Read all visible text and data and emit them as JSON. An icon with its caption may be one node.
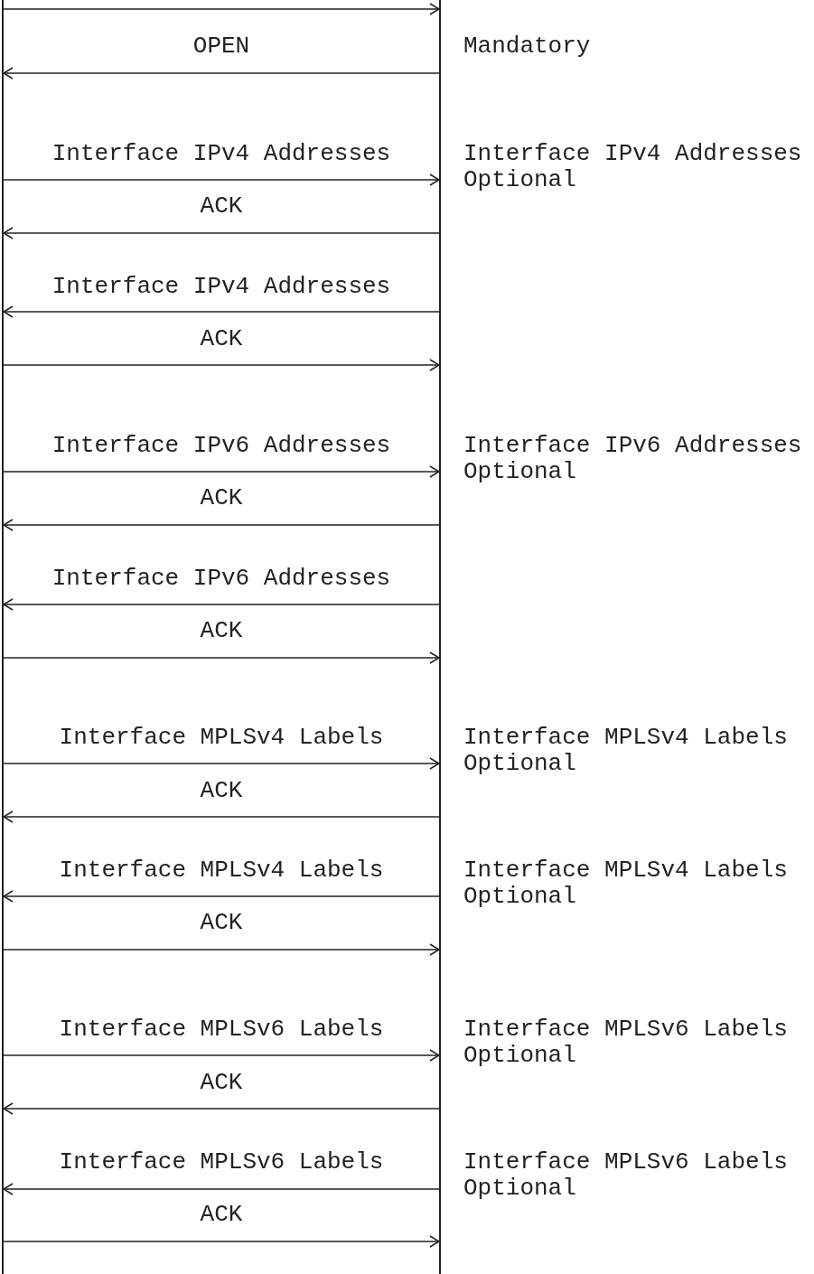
{
  "diagram": {
    "nodes": [
      {
        "text": [],
        "shape": "bar"
      },
      {
        "text": [],
        "shape": "bar"
      }
    ],
    "edges": [
      {
        "from": 0,
        "to": 1,
        "arrow": "to",
        "label": "OPEN"
      },
      {
        "from": 1,
        "to": 0,
        "arrow": "to"
      },
      {
        "from": 0,
        "to": 1,
        "arrow": "to",
        "label": "Interface IPv4 Addresses"
      },
      {
        "from": 1,
        "to": 0,
        "arrow": "to",
        "label": "ACK"
      },
      {
        "from": 1,
        "to": 0,
        "arrow": "to",
        "label": "Interface IPv4 Addresses"
      },
      {
        "from": 0,
        "to": 1,
        "arrow": "to",
        "label": "ACK"
      },
      {
        "from": 0,
        "to": 1,
        "arrow": "to",
        "label": "Interface IPv6 Addresses"
      },
      {
        "from": 1,
        "to": 0,
        "arrow": "to",
        "label": "ACK"
      },
      {
        "from": 1,
        "to": 0,
        "arrow": "to",
        "label": "Interface IPv6 Addresses"
      },
      {
        "from": 0,
        "to": 1,
        "arrow": "to",
        "label": "ACK"
      },
      {
        "from": 0,
        "to": 1,
        "arrow": "to",
        "label": "Interface MPLSv4 Labels"
      },
      {
        "from": 1,
        "to": 0,
        "arrow": "to",
        "label": "ACK"
      },
      {
        "from": 1,
        "to": 0,
        "arrow": "to",
        "label": "Interface MPLSv4 Labels"
      },
      {
        "from": 0,
        "to": 1,
        "arrow": "to",
        "label": "ACK"
      },
      {
        "from": 0,
        "to": 1,
        "arrow": "to",
        "label": "Interface MPLSv6 Labels"
      },
      {
        "from": 1,
        "to": 0,
        "arrow": "to",
        "label": "ACK"
      },
      {
        "from": 1,
        "to": 0,
        "arrow": "to",
        "label": "Interface MPLSv6 Labels"
      },
      {
        "from": 0,
        "to": 1,
        "arrow": "to",
        "label": "ACK"
      }
    ],
    "labels": [
      "Mandatory",
      "Interface IPv4 Addresses Optional",
      "Interface IPv6 Addresses Optional",
      "Interface MPLSv4 Labels Optional",
      "Interface MPLSv4 Labels Optional",
      "Interface MPLSv6 Labels Optional",
      "Interface MPLSv6 Labels Optional"
    ]
  }
}
